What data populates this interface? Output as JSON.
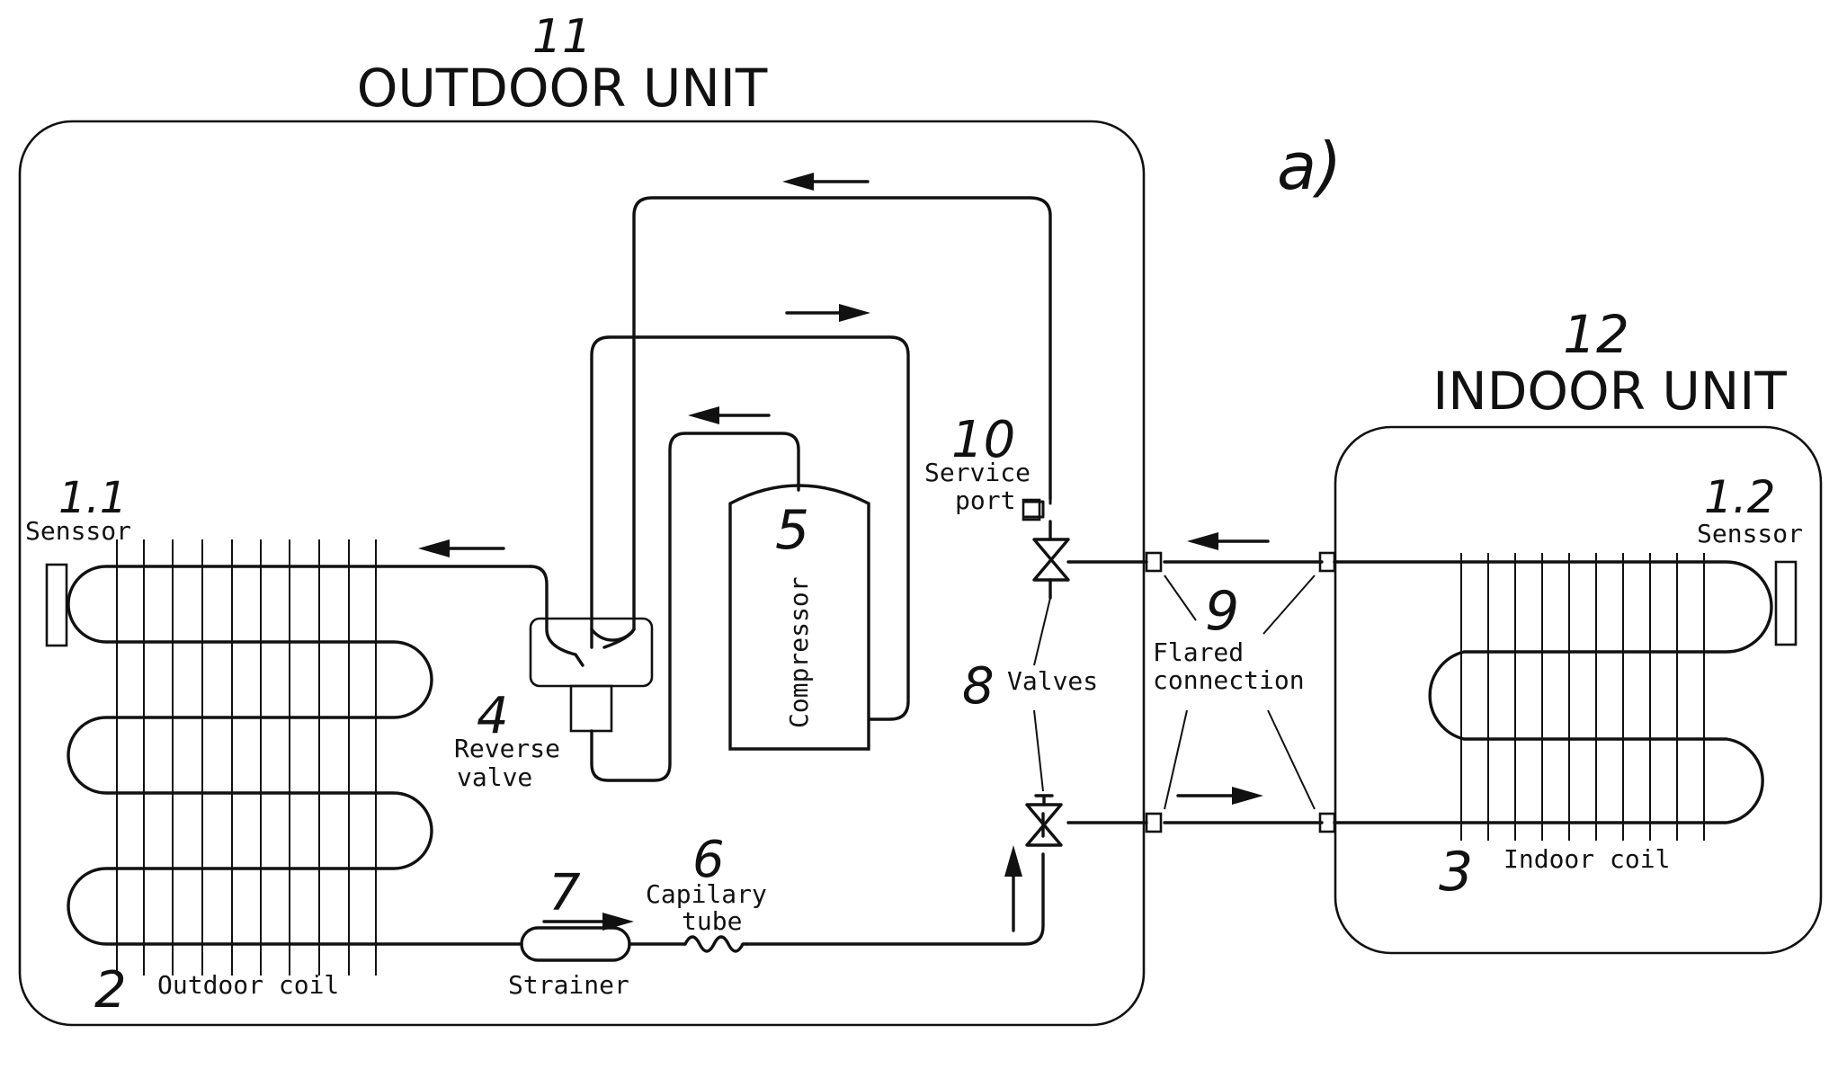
{
  "figure_label": "a)",
  "outdoor_unit": {
    "number": "11",
    "title": "OUTDOOR UNIT"
  },
  "indoor_unit": {
    "number": "12",
    "title": "INDOOR UNIT"
  },
  "components": {
    "sensor_outdoor": {
      "number": "1.1",
      "label": "Senssor"
    },
    "sensor_indoor": {
      "number": "1.2",
      "label": "Senssor"
    },
    "outdoor_coil": {
      "number": "2",
      "label": "Outdoor coil"
    },
    "indoor_coil": {
      "number": "3",
      "label": "Indoor coil"
    },
    "reverse_valve": {
      "number": "4",
      "label_line1": "Reverse",
      "label_line2": "valve"
    },
    "compressor": {
      "number": "5",
      "label": "Compressor"
    },
    "capillary_tube": {
      "number": "6",
      "label_line1": "Capilary",
      "label_line2": "tube"
    },
    "strainer": {
      "number": "7",
      "label": "Strainer"
    },
    "valves": {
      "number": "8",
      "label": "Valves"
    },
    "flared_connection": {
      "number": "9",
      "label_line1": "Flared",
      "label_line2": "connection"
    },
    "service_port": {
      "number": "10",
      "label_line1": "Service",
      "label_line2": "port"
    }
  },
  "flow_arrows": [
    "left",
    "right",
    "left",
    "left",
    "right",
    "up",
    "left",
    "right"
  ]
}
